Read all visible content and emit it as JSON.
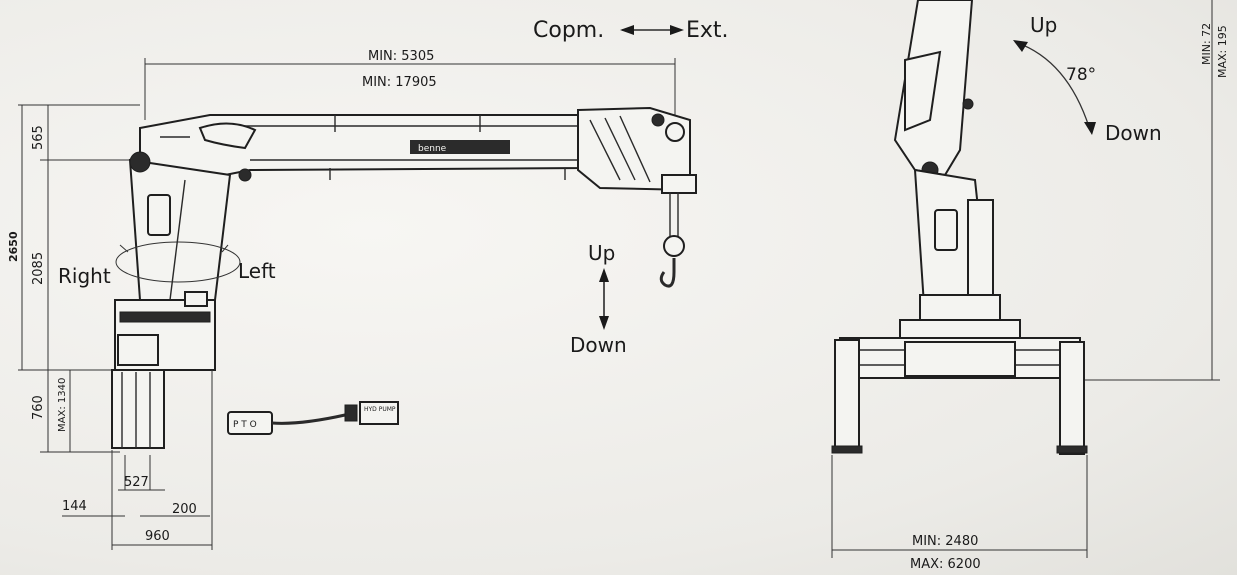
{
  "labels": {
    "compress": "Copm.",
    "extend": "Ext.",
    "up_left": "Up",
    "down_left": "Down",
    "up_right": "Up",
    "down_right": "Down",
    "angle": "78°",
    "right": "Right",
    "left": "Left"
  },
  "boom_badge": "benne",
  "dimensions": {
    "boom_min": "MIN: 5305",
    "boom_max": "MIN: 17905",
    "height_565": "565",
    "height_2085": "2085",
    "height_2650": "2650",
    "base_760": "760",
    "base_max": "MAX: 1340",
    "width_527": "527",
    "width_144": "144",
    "width_200": "200",
    "width_960": "960",
    "outrigger_min": "MIN: 2480",
    "outrigger_max": "MAX: 6200",
    "right_min": "MIN: 72",
    "right_max": "MAX: 195"
  },
  "remote": {
    "label": "P T O",
    "pump_label": "HYD PUMP"
  }
}
